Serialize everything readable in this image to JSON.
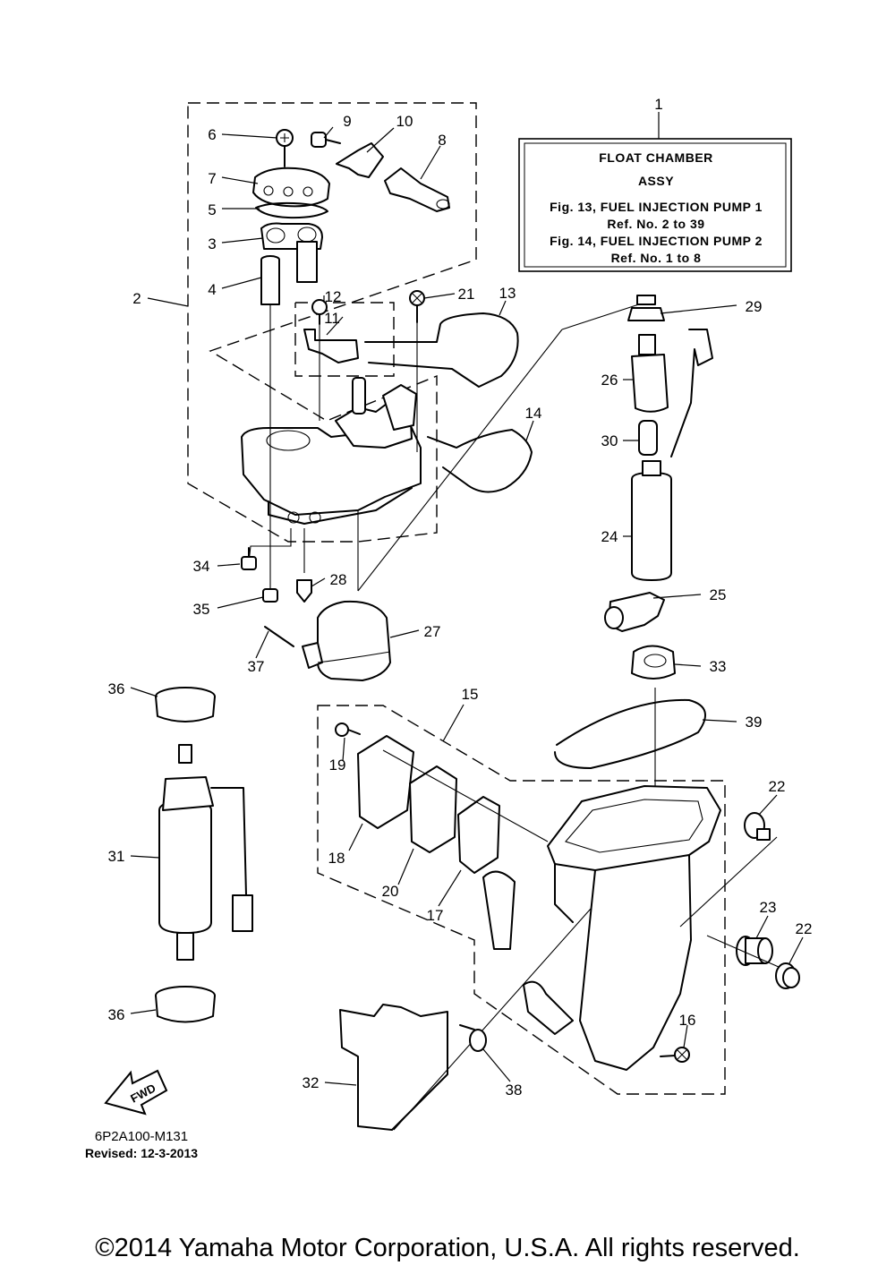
{
  "diagram_code": "6P2A100-M131",
  "revised": "Revised: 12-3-2013",
  "fwd_label": "FWD",
  "reference_box": {
    "ref_no": "1",
    "lines": [
      "FLOAT CHAMBER",
      "ASSY",
      "Fig. 13, FUEL INJECTION PUMP 1",
      "Ref. No. 2 to 39",
      "Fig. 14, FUEL INJECTION PUMP 2",
      "Ref. No. 1 to 8"
    ]
  },
  "callouts": {
    "c2": "2",
    "c3": "3",
    "c4": "4",
    "c5": "5",
    "c6": "6",
    "c7": "7",
    "c8": "8",
    "c9": "9",
    "c10": "10",
    "c11": "11",
    "c12": "12",
    "c13": "13",
    "c14": "14",
    "c15": "15",
    "c16": "16",
    "c17": "17",
    "c18": "18",
    "c19": "19",
    "c20": "20",
    "c21": "21",
    "c22a": "22",
    "c22b": "22",
    "c23": "23",
    "c24": "24",
    "c25": "25",
    "c26": "26",
    "c27": "27",
    "c28": "28",
    "c29": "29",
    "c30": "30",
    "c31": "31",
    "c32": "32",
    "c33": "33",
    "c34": "34",
    "c35": "35",
    "c36a": "36",
    "c36b": "36",
    "c37": "37",
    "c38": "38",
    "c39": "39"
  },
  "copyright": "©2014 Yamaha Motor Corporation, U.S.A. All rights reserved."
}
